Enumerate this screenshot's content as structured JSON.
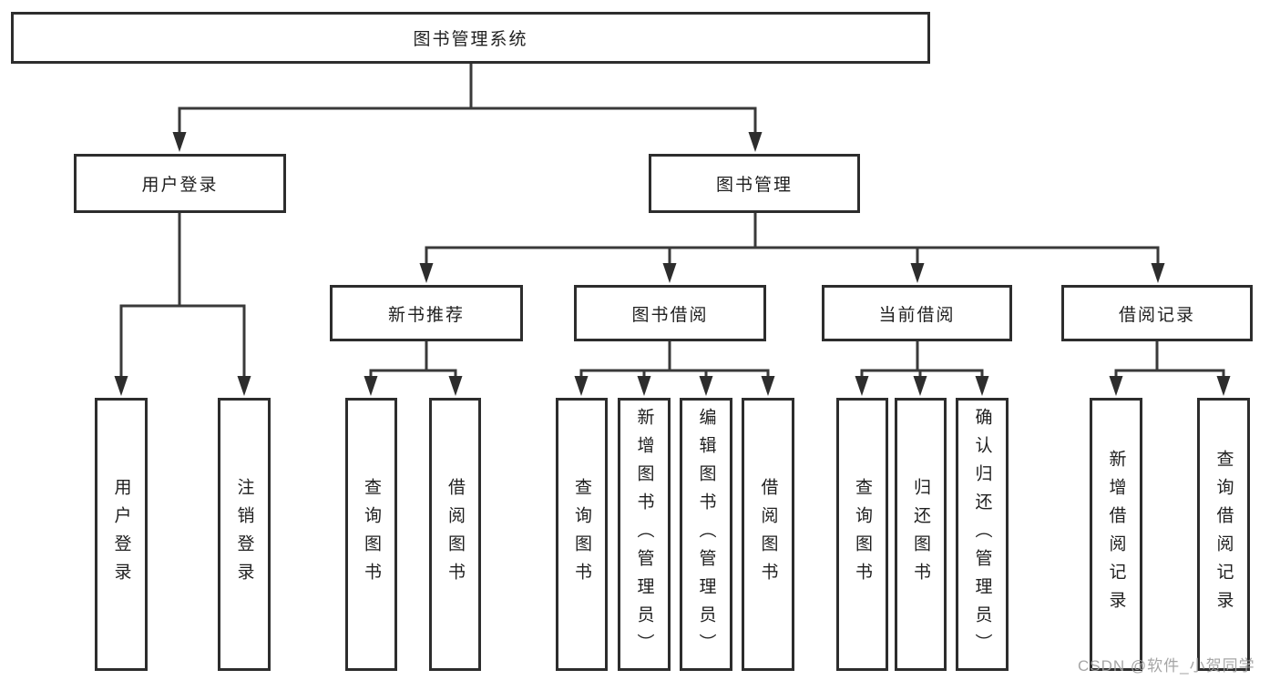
{
  "colors": {
    "background": "#ffffff",
    "box_border": "#2d2d2d",
    "line": "#3a3a3a",
    "text": "#1f1f1f",
    "watermark": "#9e9e9e"
  },
  "watermark": {
    "text": "CSDN @软件_小贺同学"
  },
  "diagram": {
    "type": "hierarchy-tree",
    "root": {
      "label": "图书管理系统"
    },
    "user_login": {
      "label": "用户登录",
      "children": [
        {
          "label": "用户登录"
        },
        {
          "label": "注销登录"
        }
      ]
    },
    "book_mgmt": {
      "label": "图书管理",
      "sections": [
        {
          "label": "新书推荐",
          "children": [
            {
              "label": "查询图书"
            },
            {
              "label": "借阅图书"
            }
          ]
        },
        {
          "label": "图书借阅",
          "children": [
            {
              "label": "查询图书"
            },
            {
              "label": "新增图书（管理员）"
            },
            {
              "label": "编辑图书（管理员）"
            },
            {
              "label": "借阅图书"
            }
          ]
        },
        {
          "label": "当前借阅",
          "children": [
            {
              "label": "查询图书"
            },
            {
              "label": "归还图书"
            },
            {
              "label": "确认归还（管理员）"
            }
          ]
        },
        {
          "label": "借阅记录",
          "children": [
            {
              "label": "新增借阅记录"
            },
            {
              "label": "查询借阅记录"
            }
          ]
        }
      ]
    }
  }
}
